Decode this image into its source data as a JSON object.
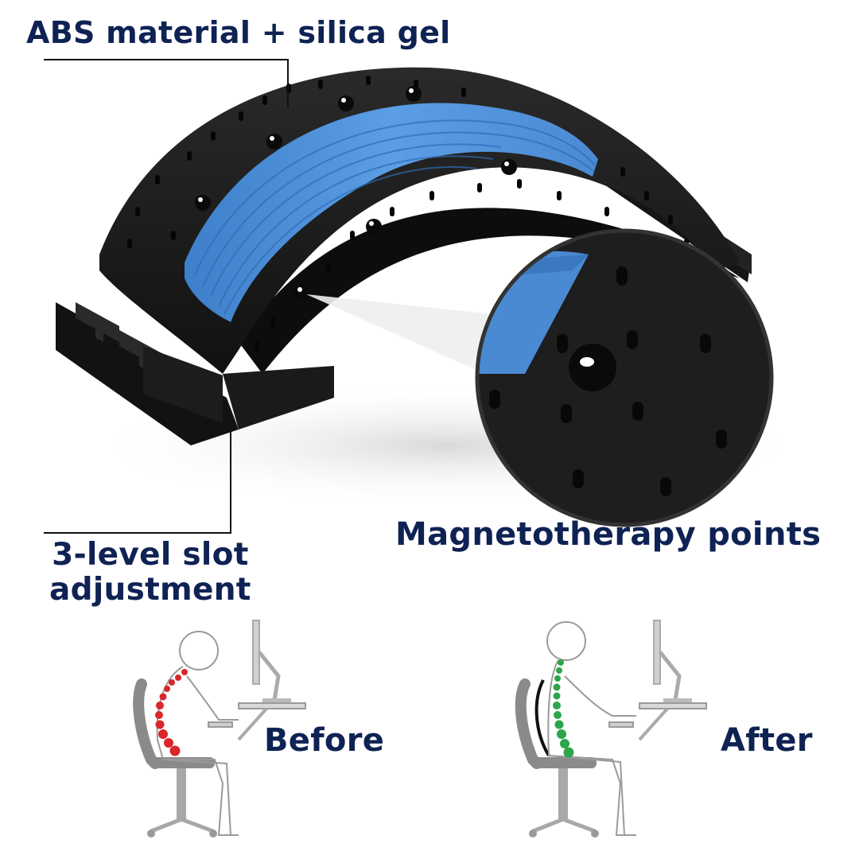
{
  "callouts": {
    "material": "ABS material + silica gel",
    "slot": [
      "3-level slot",
      "adjustment"
    ],
    "magnet": "Magnetotherapy points"
  },
  "comparison": {
    "before": "Before",
    "after": "After"
  },
  "colors": {
    "text": "#0f2254",
    "device_body": "#1b1b1b",
    "silicone_strip": "#4d8fd6",
    "spine_before": "#d8262a",
    "spine_after": "#2da54a"
  }
}
